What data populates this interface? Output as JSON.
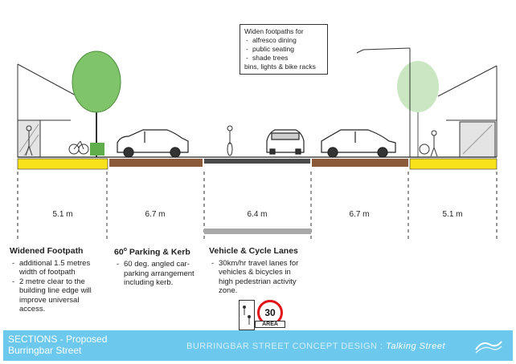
{
  "callout": {
    "title": "Widen footpaths for",
    "items": [
      "alfresco dining",
      "public seating",
      "shade trees"
    ],
    "last": "bins, lights & bike racks"
  },
  "widths": [
    "5.1 m",
    "6.7 m",
    "6.4 m",
    "6.7 m",
    "5.1 m"
  ],
  "sections": [
    {
      "title": "Widened Footpath",
      "items": [
        "additional 1.5 metres width of footpath",
        "2 metre clear to the building line edge will improve universal access."
      ]
    },
    {
      "title_pre": "60",
      "title_sup": "o",
      "title_post": " Parking & Kerb",
      "items": [
        "60 deg. angled car-parking arrangement including kerb."
      ]
    },
    {
      "title": "Vehicle & Cycle Lanes",
      "items": [
        "30km/hr travel lanes for vehicles & bicycles in high pedestrian activity zone."
      ]
    }
  ],
  "signs": {
    "speed": "30",
    "area": "AREA"
  },
  "footer": {
    "title_line1": "SECTIONS - Proposed",
    "title_line2": "Burringbar Street",
    "center": "BURRINGBAR STREET CONCEPT DESIGN : ",
    "center_tag": "Talking Street"
  },
  "colors": {
    "footpath": "#f7e21b",
    "parking": "#8a5a3b",
    "road": "#4a4a4a",
    "tree": "#7fc36a",
    "footer": "#6cc8ec"
  }
}
